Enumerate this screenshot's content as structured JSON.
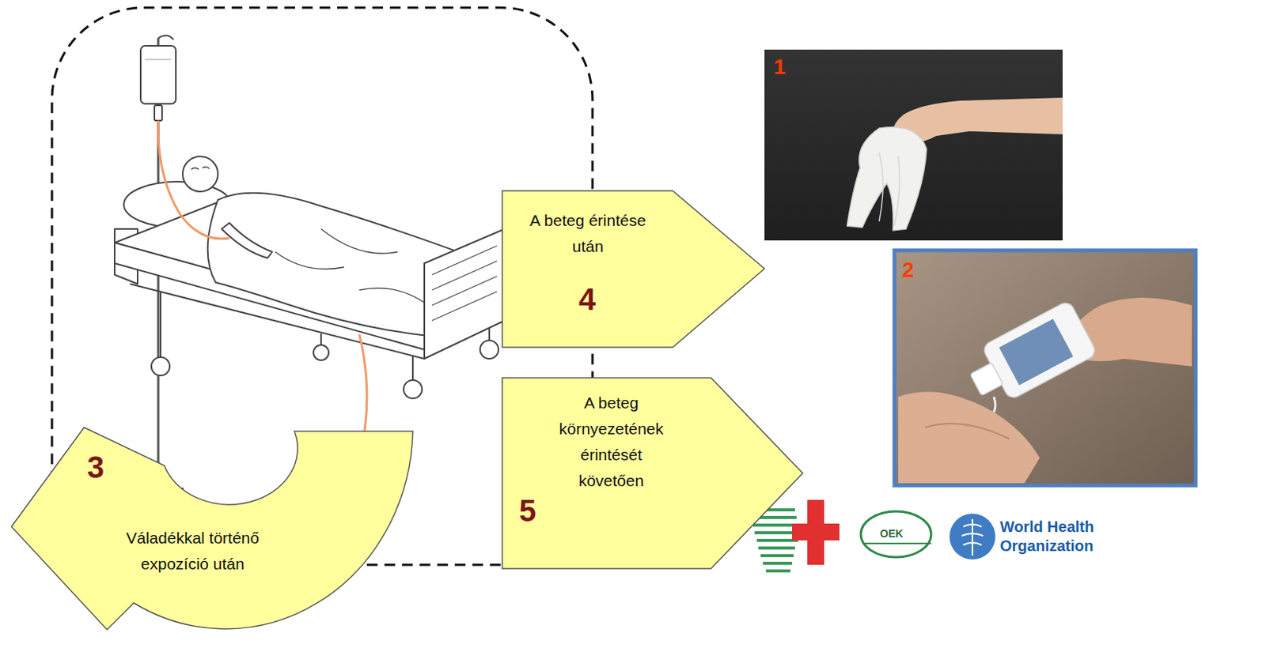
{
  "diagram": {
    "nodes": [
      {
        "text": [
          "A beteg érintése után",
          "4"
        ]
      },
      {
        "text": [
          "Váladékkal történő expozíció után",
          "3"
        ]
      },
      {
        "text": [
          "A beteg környezetének érintését követően",
          "5"
        ]
      }
    ],
    "labels": [
      "1",
      "2",
      "OEK",
      "World Health Organization"
    ]
  }
}
